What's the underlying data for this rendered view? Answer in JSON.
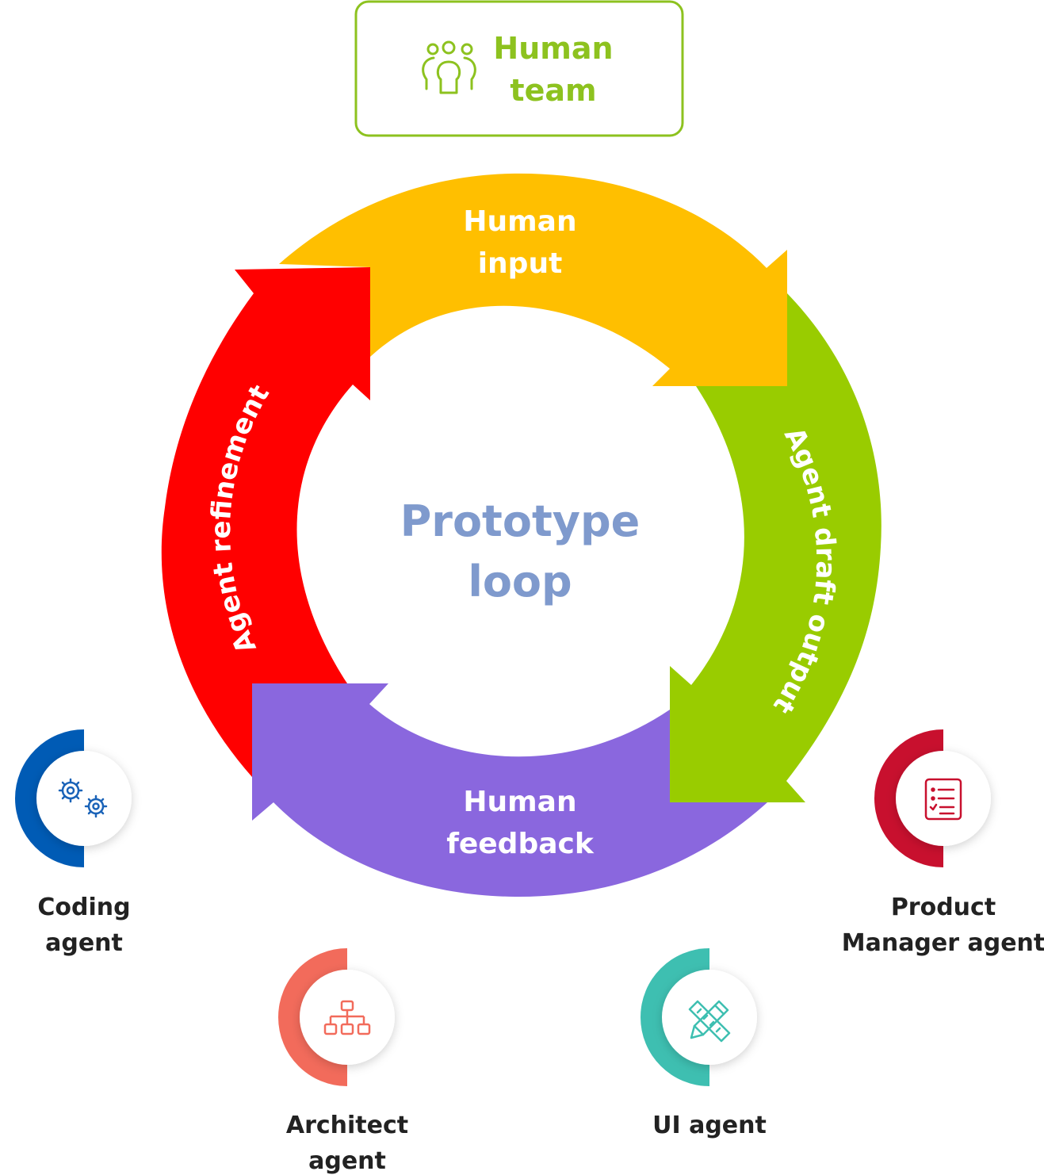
{
  "human_team": {
    "line1": "Human",
    "line2": "team",
    "color": "#8DC21F"
  },
  "center": {
    "line1": "Prototype",
    "line2": "loop",
    "color": "#7F9ACD"
  },
  "cycle": {
    "human_input": {
      "line1": "Human",
      "line2": "input",
      "color": "#FFBF00"
    },
    "agent_draft_output": {
      "label": "Agent draft output",
      "color": "#99CC00"
    },
    "human_feedback": {
      "line1": "Human",
      "line2": "feedback",
      "color": "#8A67DE"
    },
    "agent_refinement": {
      "label": "Agent refinement",
      "color": "#FF0000"
    }
  },
  "agents": {
    "coding": {
      "line1": "Coding",
      "line2": "agent",
      "color": "#005BB5",
      "icon": "gears-icon"
    },
    "architect": {
      "line1": "Architect",
      "line2": "agent",
      "color": "#F26B5B",
      "icon": "hierarchy-icon"
    },
    "ui": {
      "line1": "UI agent",
      "color": "#3EBFB1",
      "icon": "pencil-ruler-icon"
    },
    "product_manager": {
      "line1": "Product",
      "line2": "Manager agent",
      "color": "#C8102E",
      "icon": "checklist-icon"
    }
  }
}
